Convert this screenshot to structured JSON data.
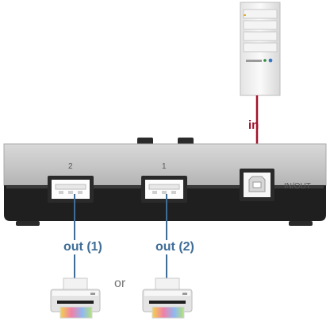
{
  "labels": {
    "port_2": "2",
    "port_1": "1",
    "in_out": "IN/OUT",
    "in": "in",
    "out_1": "out (1)",
    "out_2": "out (2)",
    "or": "or"
  },
  "colors": {
    "in_line": "#a3122a",
    "out_line": "#3f6d97",
    "panel": "#c9c9c9",
    "base": "#1f1f1f"
  }
}
